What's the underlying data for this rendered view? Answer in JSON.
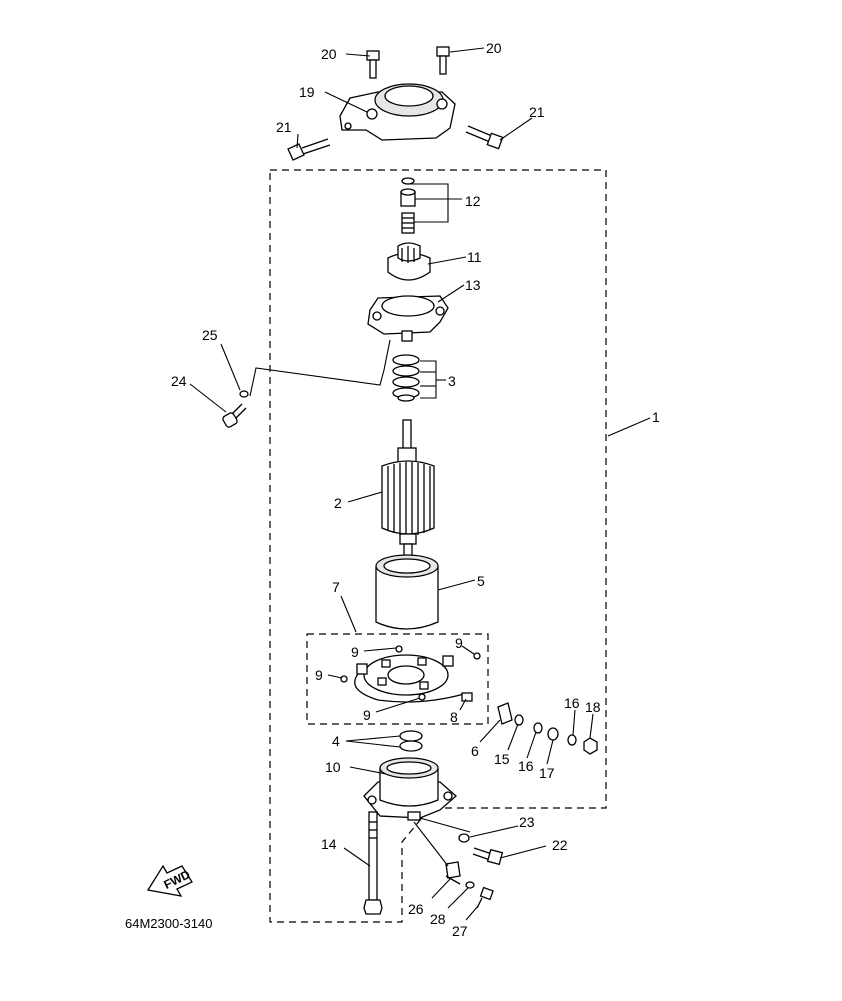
{
  "diagram": {
    "drawing_code": "64M2300-3140",
    "direction_arrow": "FWD",
    "callouts": {
      "c1": "1",
      "c2": "2",
      "c3": "3",
      "c4": "4",
      "c5": "5",
      "c6": "6",
      "c7": "7",
      "c8": "8",
      "c9a": "9",
      "c9b": "9",
      "c9c": "9",
      "c9d": "9",
      "c10": "10",
      "c11": "11",
      "c12": "12",
      "c13": "13",
      "c14": "14",
      "c15": "15",
      "c16a": "16",
      "c16b": "16",
      "c17": "17",
      "c18": "18",
      "c19": "19",
      "c20a": "20",
      "c20b": "20",
      "c21a": "21",
      "c21b": "21",
      "c22": "22",
      "c23": "23",
      "c24": "24",
      "c25": "25",
      "c26": "26",
      "c27": "27",
      "c28": "28"
    }
  }
}
